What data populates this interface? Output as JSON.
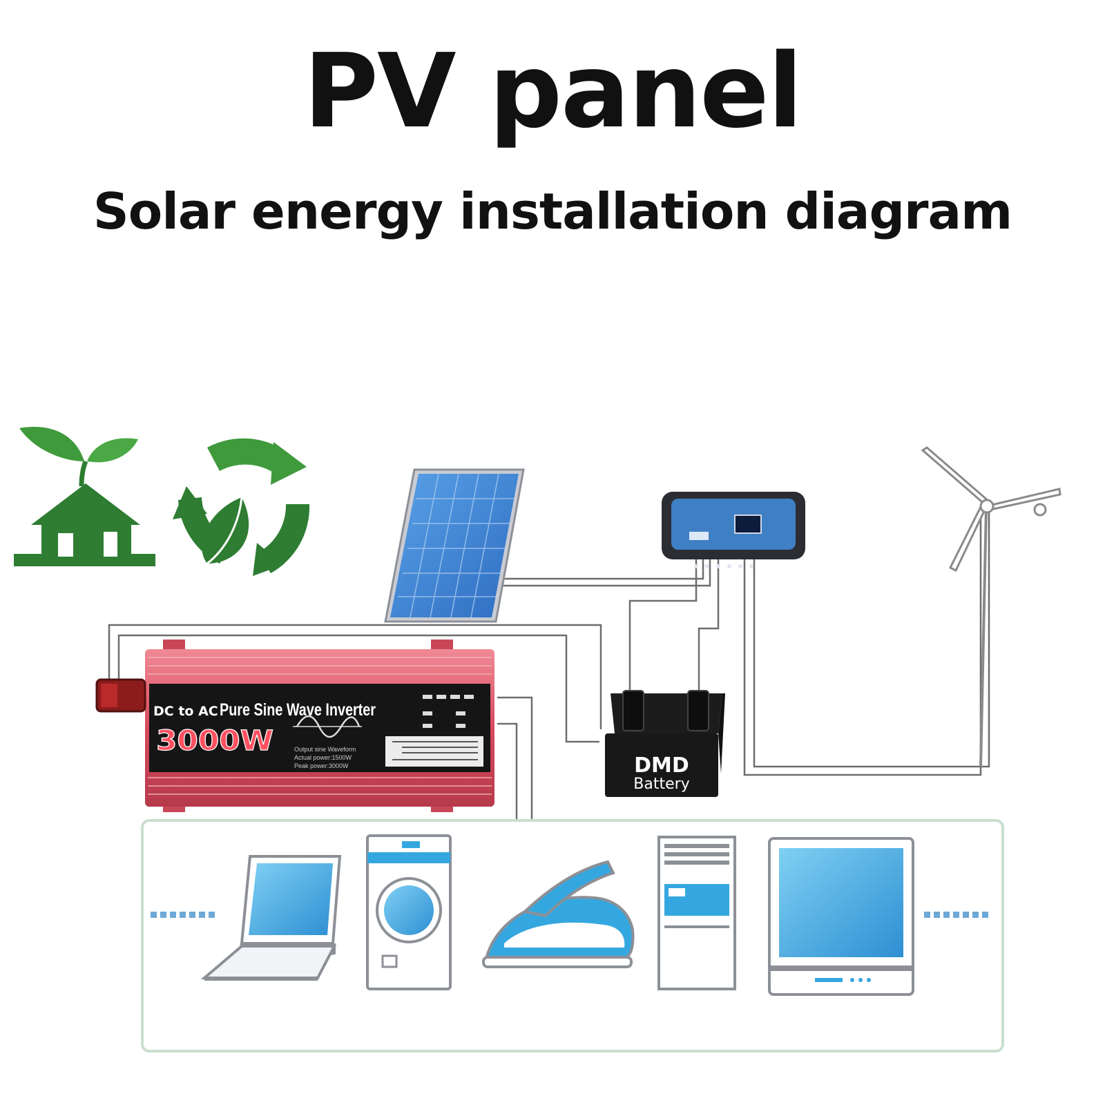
{
  "header": {
    "title": "PV panel",
    "subtitle": "Solar energy installation diagram"
  },
  "inverter": {
    "label_dc_ac": "DC to AC",
    "label_type": "Pure Sine Wave Inverter",
    "power": "3000W",
    "spec_waveform": "Output sine Waveform",
    "spec_actual": "Actual power:1500W",
    "spec_peak": "Peak power:3000W"
  },
  "battery": {
    "brand": "DMD",
    "label": "Battery"
  },
  "colors": {
    "eco_green": "#2e7d32",
    "inverter_red": "#d84a5c",
    "panel_blue": "#3b7fd0",
    "appliance_blue": "#35a7e0",
    "wire": "#6d6d6d"
  },
  "icons": [
    "eco-house-icon",
    "recycle-leaf-icon",
    "solar-panel-icon",
    "charge-controller-icon",
    "wind-turbine-icon",
    "laptop-icon",
    "washing-machine-icon",
    "iron-icon",
    "air-conditioner-icon",
    "tv-monitor-icon"
  ]
}
